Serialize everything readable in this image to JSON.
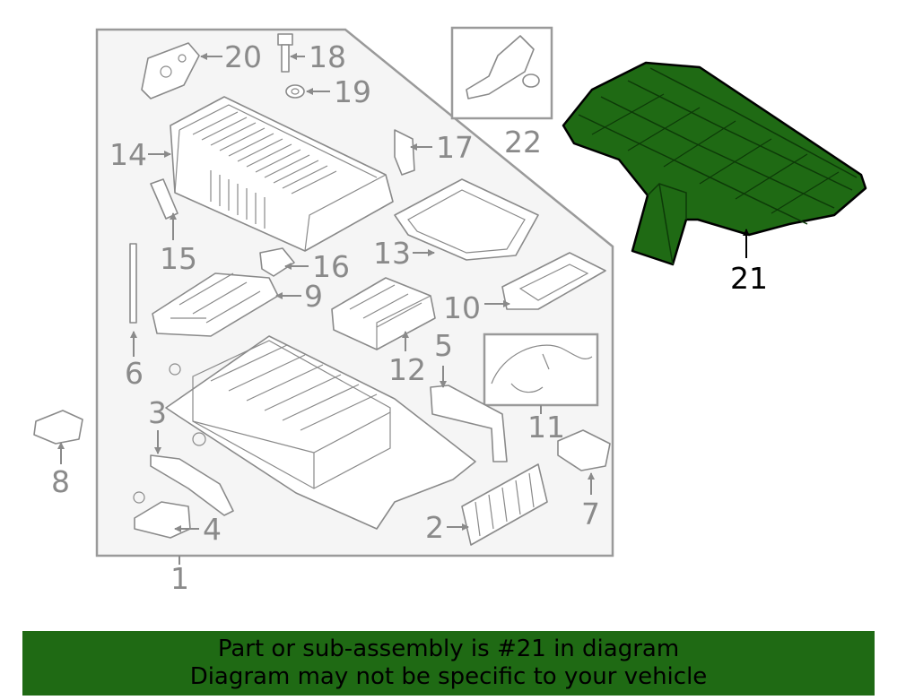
{
  "callouts": {
    "c1": "1",
    "c2": "2",
    "c3": "3",
    "c4": "4",
    "c5": "5",
    "c6": "6",
    "c7": "7",
    "c8": "8",
    "c9": "9",
    "c10": "10",
    "c11": "11",
    "c12": "12",
    "c13": "13",
    "c14": "14",
    "c15": "15",
    "c16": "16",
    "c17": "17",
    "c18": "18",
    "c19": "19",
    "c20": "20",
    "c21": "21",
    "c22": "22"
  },
  "highlight": {
    "part": "21",
    "color": "#1f6a14"
  },
  "banner": {
    "line1": "Part or sub-assembly is #21 in diagram",
    "line2": "Diagram may not be specific to your vehicle"
  }
}
